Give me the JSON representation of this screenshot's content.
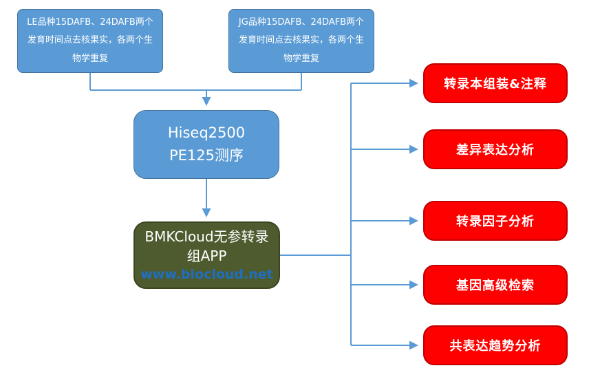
{
  "colors": {
    "node_blue": "#5B9BD5",
    "node_blue_border": "#41719C",
    "node_green": "#4E5B2F",
    "node_green_border": "#3A451F",
    "node_red": "#FF0000",
    "node_red_border": "#C00000",
    "connector_blue": "#5B9BD5",
    "url_text_blue": "#1F6FC0"
  },
  "nodes": {
    "input_le": {
      "label": "LE品种15DAFB、24DAFB两个发育时间点去核果实，各两个生物学重复"
    },
    "input_jg": {
      "label": "JG品种15DAFB、24DAFB两个发育时间点去核果实，各两个生物学重复"
    },
    "sequencing": {
      "line1": "Hiseq2500",
      "line2": "PE125测序"
    },
    "platform": {
      "title": "BMKCloud无参转录组APP",
      "url": "www.biocloud.net"
    }
  },
  "outputs": [
    {
      "label": "转录本组装&注释"
    },
    {
      "label": "差异表达分析"
    },
    {
      "label": "转录因子分析"
    },
    {
      "label": "基因高级检索"
    },
    {
      "label": "共表达趋势分析"
    }
  ]
}
